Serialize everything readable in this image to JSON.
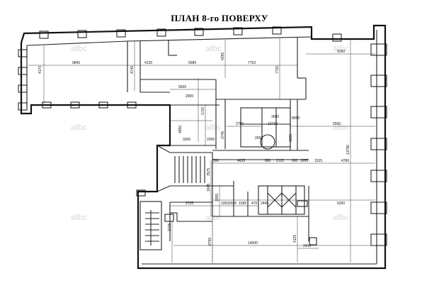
{
  "title": "ПЛАН 8-го ПОВЕРХУ",
  "watermark": "allbc",
  "dimensions": {
    "d9845": "9845",
    "d4130": "4130",
    "d5685": "5685",
    "d7763": "7763",
    "d9160": "9160",
    "d4170": "4170",
    "d4745": "4745",
    "d4295": "4295",
    "d7720": "7720",
    "d5600": "5600",
    "d2900": "2900",
    "d1720": "1720",
    "d4850": "4850",
    "d3300": "3300",
    "d2780": "2780",
    "d2745": "2745",
    "d2000": "2000",
    "d10730": "10730",
    "d3690": "3690",
    "d2650": "2650",
    "d8950": "8950",
    "d5500": "5500",
    "d13780": "13780",
    "d1895": "1895",
    "d590": "590",
    "d4635": "4635",
    "d880": "880",
    "d2115": "2115",
    "d690": "690",
    "d1655": "1655",
    "d1525": "1525",
    "d4780": "4780",
    "d3575": "3575",
    "d1845": "1845",
    "d2055": "2055",
    "d3735": "3735",
    "d1050": "1050",
    "d2030": "2030",
    "d1595": "1595",
    "d470": "470",
    "d2445": "2445",
    "d6200": "6200",
    "d2715": "2715",
    "d4125": "4125",
    "d8755": "8755",
    "d14000": "14000",
    "d2415": "2415"
  }
}
